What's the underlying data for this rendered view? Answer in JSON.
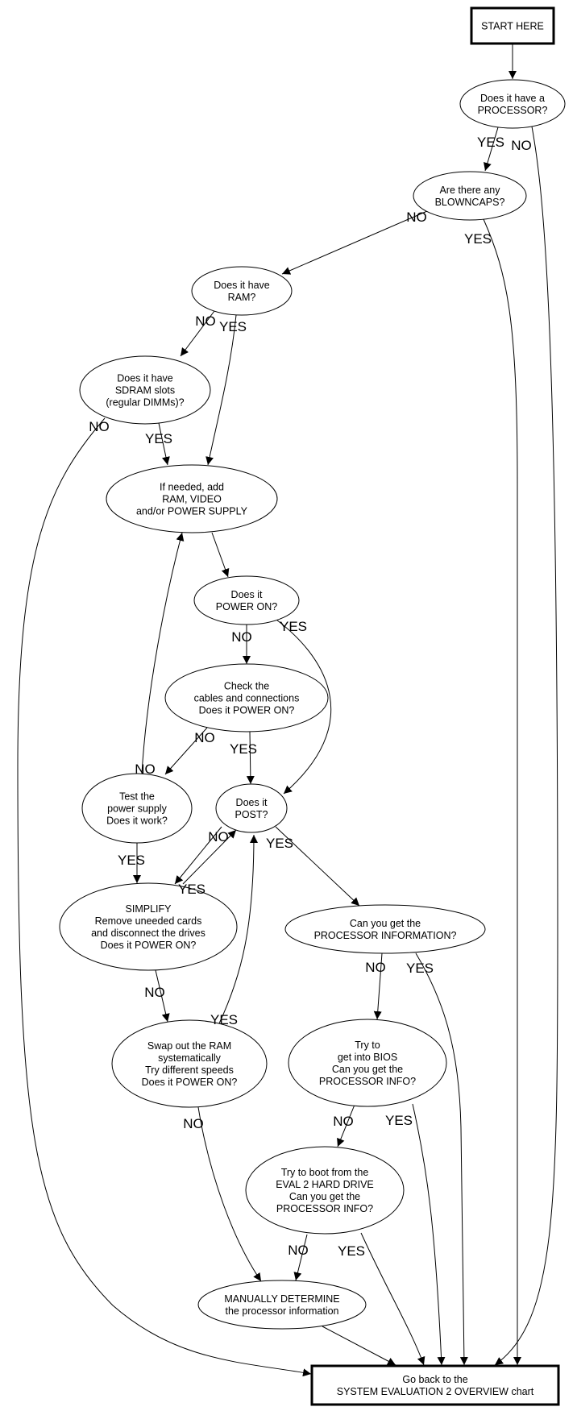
{
  "title": "System Evaluation 2 - Processor troubleshooting flowchart",
  "colors": {
    "stroke": "#000000",
    "background": "#ffffff"
  },
  "nodes": [
    {
      "id": "start",
      "shape": "box",
      "lines": [
        "START HERE"
      ]
    },
    {
      "id": "has_processor",
      "shape": "ellipse",
      "lines": [
        "Does it have a",
        "PROCESSOR?"
      ]
    },
    {
      "id": "blowncaps",
      "shape": "ellipse",
      "lines": [
        "Are there any",
        "BLOWNCAPS?"
      ]
    },
    {
      "id": "has_ram",
      "shape": "ellipse",
      "lines": [
        "Does it have",
        "RAM?"
      ]
    },
    {
      "id": "sdram_slots",
      "shape": "ellipse",
      "lines": [
        "Does it have",
        "SDRAM slots",
        "(regular DIMMs)?"
      ]
    },
    {
      "id": "add_parts",
      "shape": "ellipse",
      "lines": [
        "If needed, add",
        "RAM, VIDEO",
        "and/or POWER SUPPLY"
      ]
    },
    {
      "id": "power_on",
      "shape": "ellipse",
      "lines": [
        "Does it",
        "POWER ON?"
      ]
    },
    {
      "id": "check_cables",
      "shape": "ellipse",
      "lines": [
        "Check the",
        "cables and connections",
        "Does it POWER ON?"
      ]
    },
    {
      "id": "test_psu",
      "shape": "ellipse",
      "lines": [
        "Test the",
        "power supply",
        "Does it work?"
      ]
    },
    {
      "id": "post",
      "shape": "ellipse",
      "lines": [
        "Does it",
        "POST?"
      ]
    },
    {
      "id": "simplify",
      "shape": "ellipse",
      "lines": [
        "SIMPLIFY",
        "Remove uneeded cards",
        "and disconnect the drives",
        "Does it POWER ON?"
      ]
    },
    {
      "id": "proc_info",
      "shape": "ellipse",
      "lines": [
        "Can you get the",
        "PROCESSOR INFORMATION?"
      ]
    },
    {
      "id": "swap_ram",
      "shape": "ellipse",
      "lines": [
        "Swap out the RAM",
        "systematically",
        "Try different speeds",
        "Does it POWER ON?"
      ]
    },
    {
      "id": "bios",
      "shape": "ellipse",
      "lines": [
        "Try to",
        "get into BIOS",
        "Can you get the",
        "PROCESSOR INFO?"
      ]
    },
    {
      "id": "boot_eval2",
      "shape": "ellipse",
      "lines": [
        "Try to boot from the",
        "EVAL 2 HARD DRIVE",
        "Can you get the",
        "PROCESSOR INFO?"
      ]
    },
    {
      "id": "manual",
      "shape": "ellipse",
      "lines": [
        "MANUALLY DETERMINE",
        "the processor information"
      ]
    },
    {
      "id": "go_back",
      "shape": "box",
      "lines": [
        "Go back to the",
        "SYSTEM EVALUATION 2 OVERVIEW chart"
      ]
    }
  ],
  "edges": [
    {
      "from": "start",
      "to": "has_processor",
      "label": ""
    },
    {
      "from": "has_processor",
      "to": "blowncaps",
      "label": "YES"
    },
    {
      "from": "has_processor",
      "to": "go_back",
      "label": "NO"
    },
    {
      "from": "blowncaps",
      "to": "has_ram",
      "label": "NO"
    },
    {
      "from": "blowncaps",
      "to": "go_back",
      "label": "YES"
    },
    {
      "from": "has_ram",
      "to": "sdram_slots",
      "label": "NO"
    },
    {
      "from": "has_ram",
      "to": "add_parts",
      "label": "YES"
    },
    {
      "from": "sdram_slots",
      "to": "add_parts",
      "label": "YES"
    },
    {
      "from": "sdram_slots",
      "to": "go_back",
      "label": "NO"
    },
    {
      "from": "add_parts",
      "to": "power_on",
      "label": ""
    },
    {
      "from": "power_on",
      "to": "check_cables",
      "label": "NO"
    },
    {
      "from": "power_on",
      "to": "post",
      "label": "YES"
    },
    {
      "from": "check_cables",
      "to": "test_psu",
      "label": "NO"
    },
    {
      "from": "check_cables",
      "to": "post",
      "label": "YES"
    },
    {
      "from": "test_psu",
      "to": "add_parts",
      "label": "NO"
    },
    {
      "from": "test_psu",
      "to": "simplify",
      "label": "YES"
    },
    {
      "from": "post",
      "to": "simplify",
      "label": "NO"
    },
    {
      "from": "simplify",
      "to": "post",
      "label": "YES"
    },
    {
      "from": "post",
      "to": "proc_info",
      "label": "YES"
    },
    {
      "from": "simplify",
      "to": "swap_ram",
      "label": "NO"
    },
    {
      "from": "swap_ram",
      "to": "post",
      "label": "YES"
    },
    {
      "from": "swap_ram",
      "to": "manual",
      "label": "NO"
    },
    {
      "from": "proc_info",
      "to": "bios",
      "label": "NO"
    },
    {
      "from": "proc_info",
      "to": "go_back",
      "label": "YES"
    },
    {
      "from": "bios",
      "to": "boot_eval2",
      "label": "NO"
    },
    {
      "from": "bios",
      "to": "go_back",
      "label": "YES"
    },
    {
      "from": "boot_eval2",
      "to": "manual",
      "label": "NO"
    },
    {
      "from": "boot_eval2",
      "to": "go_back",
      "label": "YES"
    },
    {
      "from": "manual",
      "to": "go_back",
      "label": ""
    }
  ]
}
